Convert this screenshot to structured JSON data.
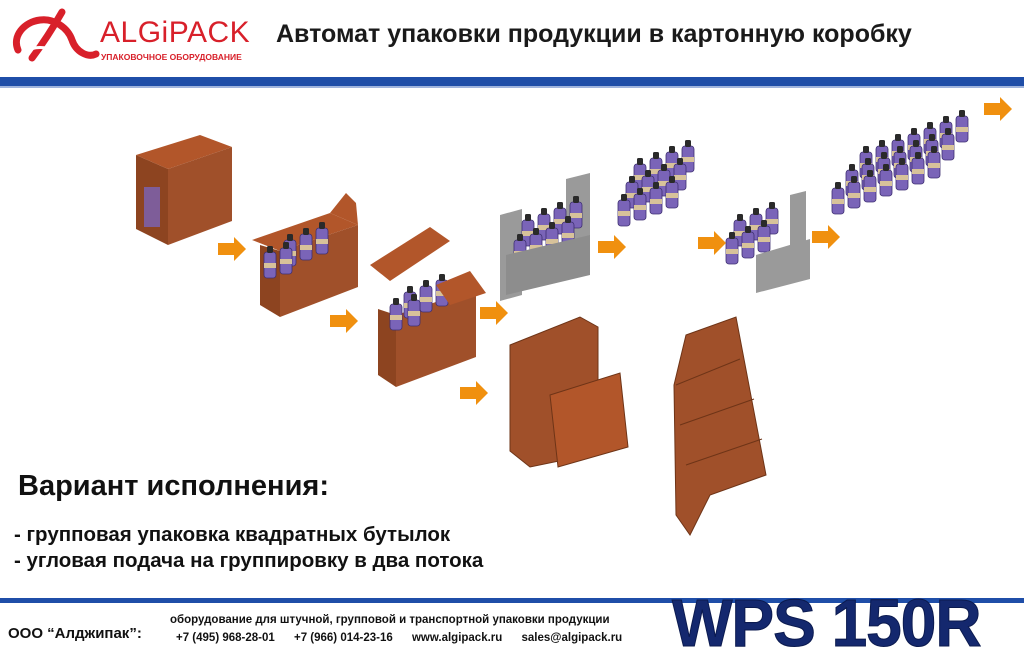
{
  "brand": {
    "name": "ALGiPACK",
    "tagline": "УПАКОВОЧНОЕ ОБОРУДОВАНИЕ",
    "logo_color": "#d8202a"
  },
  "header": {
    "title": "Автомат упаковки продукции в картонную коробку"
  },
  "variant": {
    "heading": "Вариант исполнения:",
    "items": [
      "- групповая упаковка квадратных бутылок",
      "- угловая подача на группировку в два потока"
    ]
  },
  "footer": {
    "company": "ООО “Алджипак”:",
    "description": "оборудование для штучной, групповой и транспортной упаковки продукции",
    "phone1": "+7 (495) 968-28-01",
    "phone2": "+7 (966) 014-23-16",
    "website": "www.algipack.ru",
    "email": "sales@algipack.ru",
    "model": "WPS 150R"
  },
  "colors": {
    "accent": "#1f4ea8",
    "carton": "#9b4a22",
    "bottle": "#7a64b8",
    "arrow": "#f0900f",
    "model": "#14286e"
  }
}
